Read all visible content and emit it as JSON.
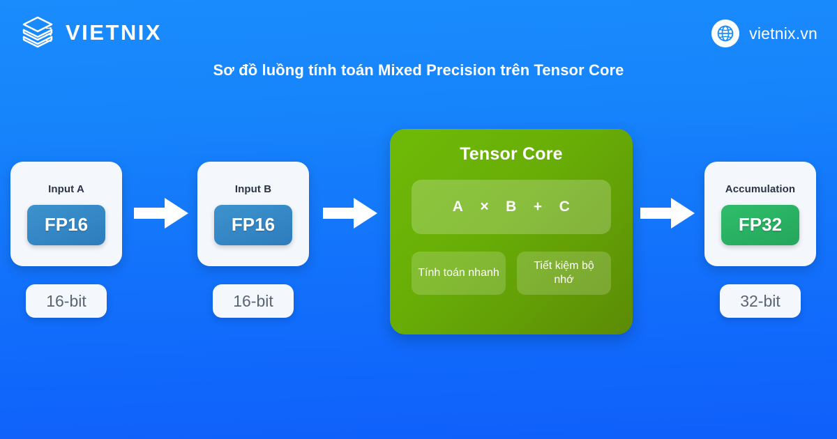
{
  "brand": {
    "name": "VIETNIX",
    "logo_icon": "stacked-layers-icon"
  },
  "site": {
    "url": "vietnix.vn",
    "icon": "globe-icon"
  },
  "header": {
    "title": "Sơ đồ luồng tính toán Mixed Precision trên Tensor Core"
  },
  "flow": {
    "nodes": [
      {
        "label": "Input A",
        "badge": "FP16",
        "bits": "16-bit",
        "badge_color": "#3d93cd"
      },
      {
        "label": "Input B",
        "badge": "FP16",
        "bits": "16-bit",
        "badge_color": "#3d93cd"
      },
      {
        "label": "Accumulation",
        "badge": "FP32",
        "bits": "32-bit",
        "badge_color": "#2fbd6a"
      }
    ],
    "arrows": [
      {
        "icon": "arrow-right-icon"
      },
      {
        "icon": "arrow-right-icon"
      },
      {
        "icon": "arrow-right-icon"
      }
    ]
  },
  "core": {
    "title": "Tensor Core",
    "formula": {
      "a": "A",
      "times": "×",
      "b": "B",
      "plus": "+",
      "c": "C"
    },
    "chips": [
      {
        "label": "Tính toán nhanh"
      },
      {
        "label": "Tiết kiệm bộ nhớ"
      }
    ]
  },
  "colors": {
    "background_top": "#1a8cfc",
    "background_bottom": "#0f5ffb",
    "core_green_light": "#6fba08",
    "core_green_dark": "#5c8b06",
    "card_bg": "#f4f7fb",
    "label_text": "#2b3444",
    "pill_text": "#5a6472"
  }
}
